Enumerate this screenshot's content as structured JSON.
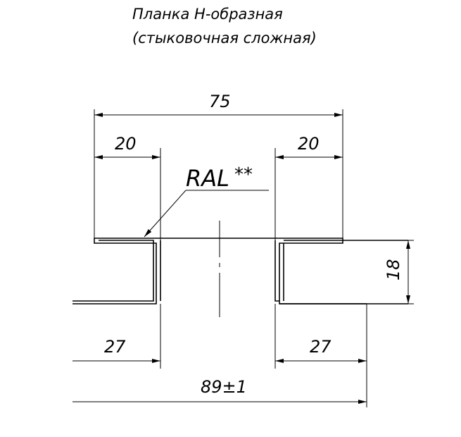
{
  "title": {
    "line1": "Планка Н-образная",
    "line2": "(стыковочная сложная)"
  },
  "dimensions": {
    "overall_top": "75",
    "top_left": "20",
    "top_right": "20",
    "height": "18",
    "bottom_left": "27",
    "bottom_right": "27",
    "overall_bottom": "89±1"
  },
  "annotation": {
    "ral": "RAL",
    "ral_suffix": "**"
  }
}
